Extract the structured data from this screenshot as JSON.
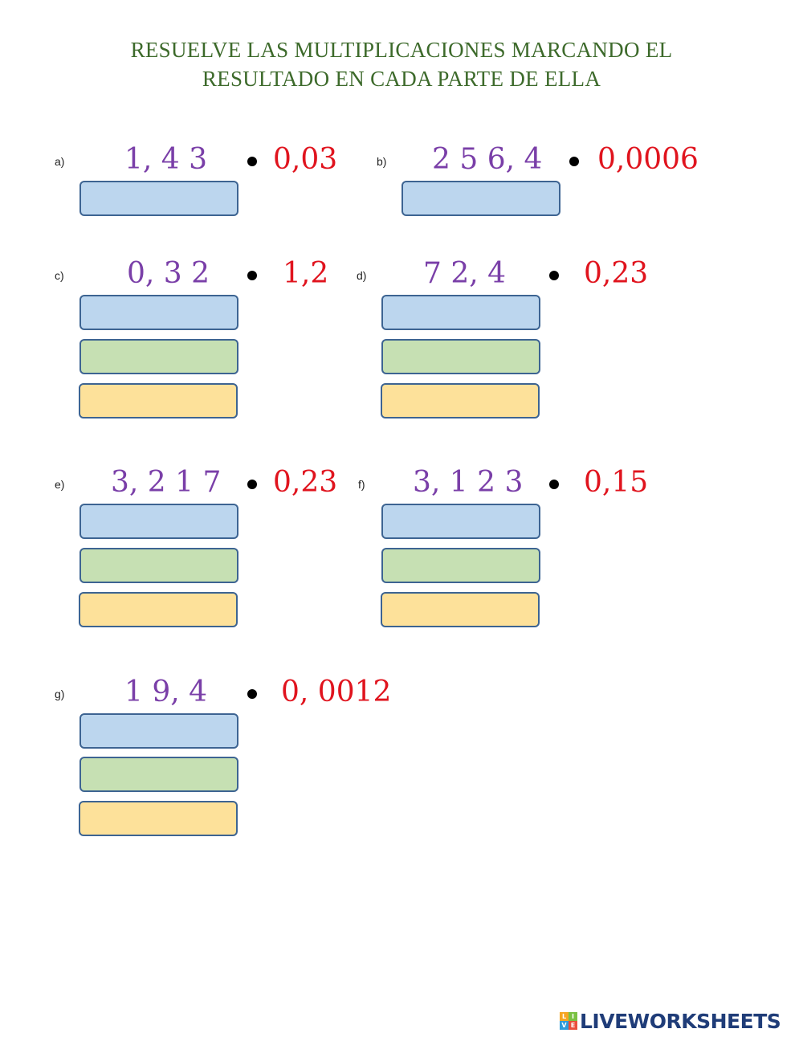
{
  "title": {
    "line1": "RESUELVE LAS MULTIPLICACIONES MARCANDO EL",
    "line2": "RESULTADO EN CADA PARTE DE ELLA"
  },
  "problems": [
    {
      "label": "a)",
      "factor1": "1, 4 3",
      "factor2": "0,03",
      "boxes": [
        "blue"
      ]
    },
    {
      "label": "b)",
      "factor1": "2 5 6, 4",
      "factor2": "0,0006",
      "boxes": [
        "blue"
      ]
    },
    {
      "label": "c)",
      "factor1": "0, 3 2",
      "factor2": "1,2",
      "boxes": [
        "blue",
        "green",
        "yellow"
      ]
    },
    {
      "label": "d)",
      "factor1": "7 2, 4",
      "factor2": "0,23",
      "boxes": [
        "blue",
        "green",
        "yellow"
      ]
    },
    {
      "label": "e)",
      "factor1": "3, 2 1 7",
      "factor2": "0,23",
      "boxes": [
        "blue",
        "green",
        "yellow"
      ]
    },
    {
      "label": "f)",
      "factor1": "3, 1 2 3",
      "factor2": "0,15",
      "boxes": [
        "blue",
        "green",
        "yellow"
      ]
    },
    {
      "label": "g)",
      "factor1": "1 9, 4",
      "factor2": "0, 0012",
      "boxes": [
        "blue",
        "green",
        "yellow"
      ]
    }
  ],
  "colors": {
    "title": "#3d6a2b",
    "factor1": "#7a3fa8",
    "factor2": "#e0141e",
    "box_blue": "#bcd6ee",
    "box_green": "#c6e0b3",
    "box_yellow": "#fde19a",
    "box_border": "#3d6492"
  },
  "footer": {
    "logo_text": "LIVEWORKSHEETS",
    "logo_mark": [
      "L",
      "I",
      "V",
      "E"
    ]
  }
}
